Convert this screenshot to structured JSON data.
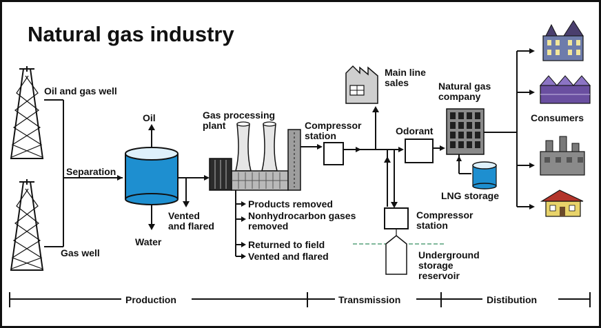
{
  "title": "Natural gas industry",
  "labels": {
    "oil_gas_well": "Oil and gas well",
    "gas_well": "Gas well",
    "separation": "Separation",
    "oil": "Oil",
    "water": "Water",
    "vented_flared_1a": "Vented",
    "vented_flared_1b": "and flared",
    "gas_processing_1": "Gas processing",
    "gas_processing_2": "plant",
    "products_removed": "Products removed",
    "nonhydrocarbon_1": "Nonhydrocarbon gases",
    "nonhydrocarbon_2": "removed",
    "returned_to_field": "Returned to field",
    "vented_flared_2": "Vented and flared",
    "compressor_1a": "Compressor",
    "compressor_1b": "station",
    "main_line_1": "Main line",
    "main_line_2": "sales",
    "odorant": "Odorant",
    "natural_gas_co_1": "Natural gas",
    "natural_gas_co_2": "company",
    "lng_storage": "LNG storage",
    "compressor_2a": "Compressor",
    "compressor_2b": "station",
    "underground_1": "Underground",
    "underground_2": "storage",
    "underground_3": "reservoir",
    "consumers": "Consumers"
  },
  "stages": {
    "production": "Production",
    "transmission": "Transmission",
    "distribution": "Distibution"
  },
  "colors": {
    "tank": "#1e8fd0",
    "building_gray": "#8a8a8a",
    "consumer_purple": "#6a4fa0",
    "house_yellow": "#e8d36a",
    "water_line": "#7fb89a"
  }
}
